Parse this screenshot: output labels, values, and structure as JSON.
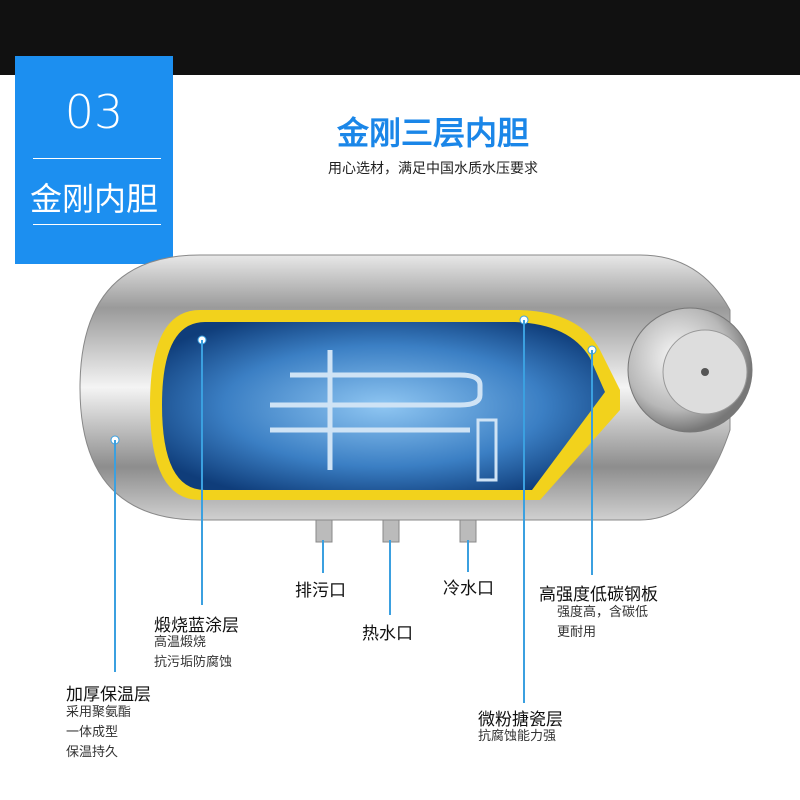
{
  "badge": {
    "number": "03",
    "name": "金刚内胆"
  },
  "header": {
    "title": "金刚三层内胆",
    "subtitle": "用心选材，满足中国水质水压要求"
  },
  "labels": {
    "insulation": {
      "title": "加厚保温层",
      "lines": [
        "采用聚氨酯",
        "一体成型",
        "保温持久"
      ]
    },
    "blue_coating": {
      "title": "煅烧蓝涂层",
      "lines": [
        "高温煅烧",
        "抗污垢防腐蚀"
      ]
    },
    "drain": {
      "title": "排污口"
    },
    "hot_outlet": {
      "title": "热水口"
    },
    "cold_inlet": {
      "title": "冷水口"
    },
    "enamel": {
      "title": "微粉搪瓷层",
      "lines": [
        "抗腐蚀能力强"
      ]
    },
    "steel": {
      "title": "高强度低碳钢板",
      "lines": [
        "强度高，含碳低",
        "更耐用"
      ]
    }
  },
  "colors": {
    "accent": "#1c8ff0",
    "title": "#1a86e8",
    "leader": "#3ba0e0",
    "liner": "#f2d21c"
  }
}
